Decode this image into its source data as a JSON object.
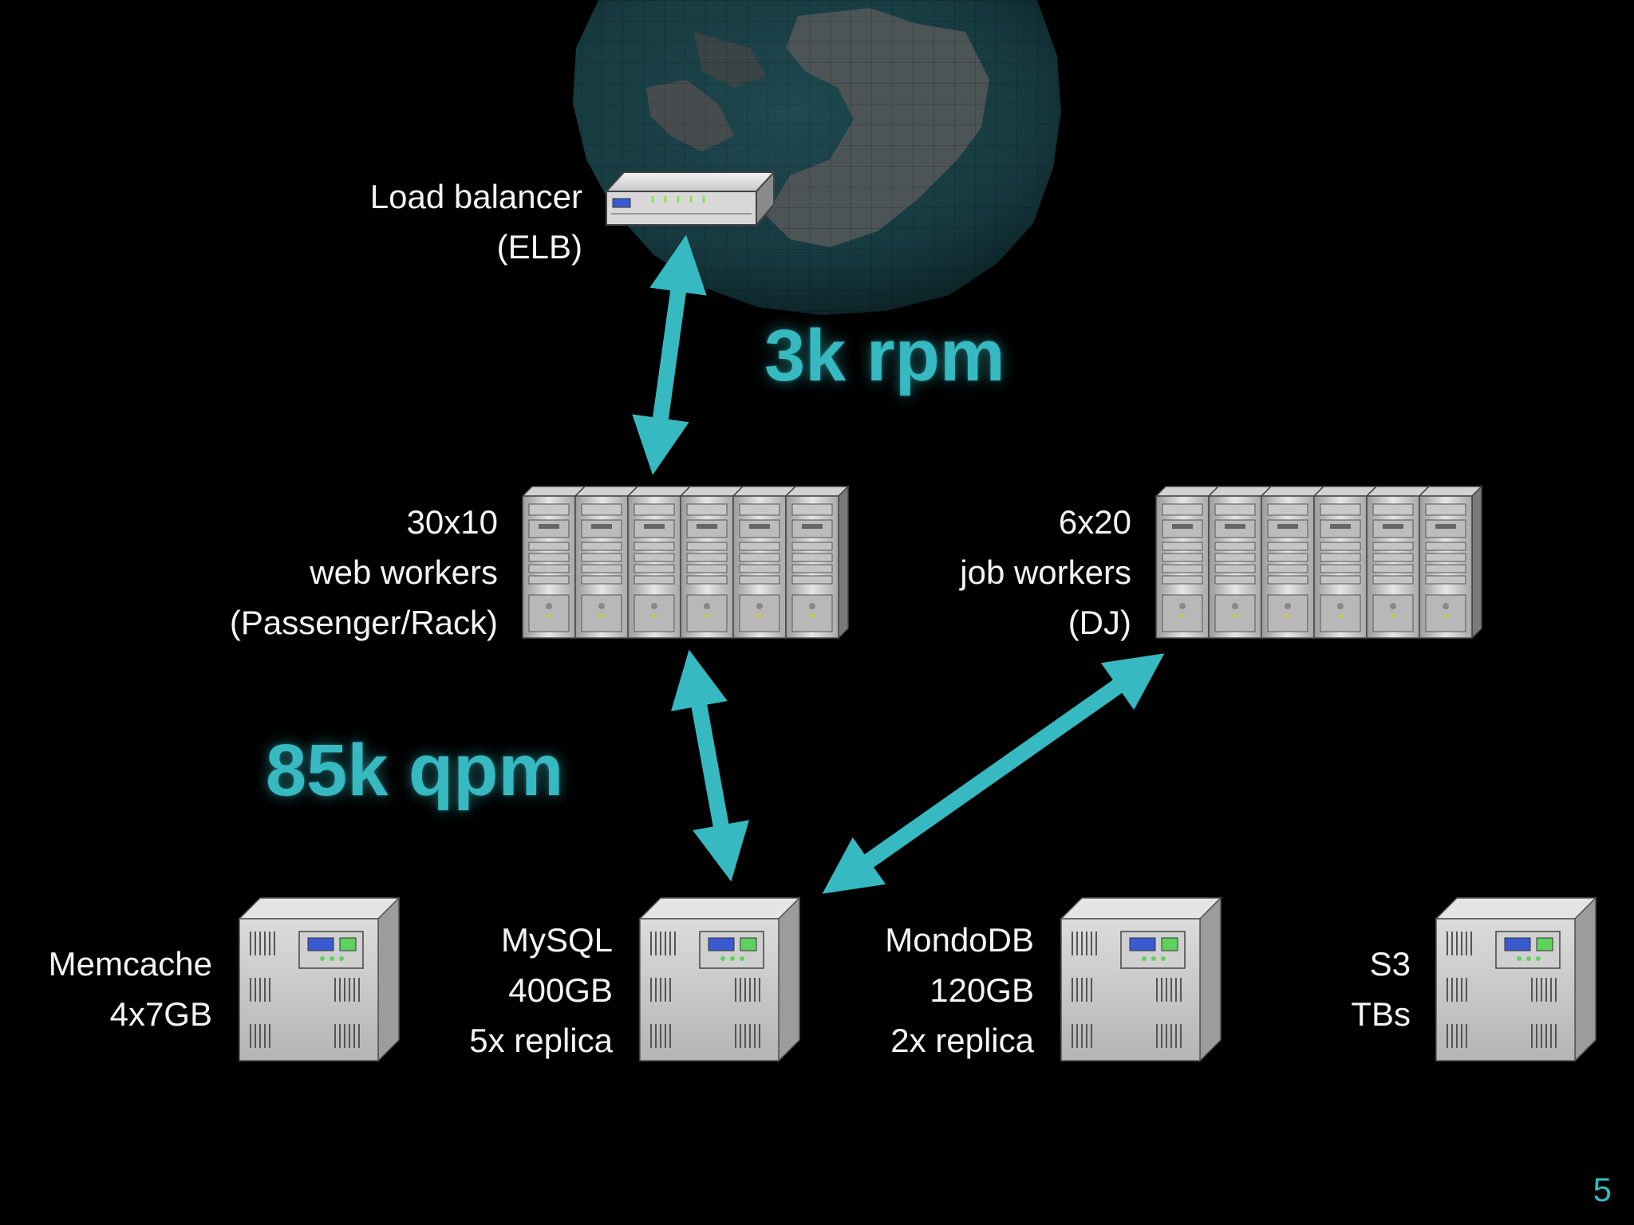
{
  "slide": {
    "page_number": "5",
    "accent_color": "#36b9c1"
  },
  "nodes": {
    "load_balancer": {
      "lines": [
        "Load balancer",
        "(ELB)"
      ],
      "icon": "network-appliance-icon"
    },
    "web_workers": {
      "lines": [
        "30x10",
        "web workers",
        "(Passenger/Rack)"
      ],
      "icon": "tower-server-icon",
      "count_shown": 6
    },
    "job_workers": {
      "lines": [
        "6x20",
        "job workers",
        "(DJ)"
      ],
      "icon": "tower-server-icon",
      "count_shown": 6
    },
    "memcache": {
      "lines": [
        "Memcache",
        "4x7GB"
      ],
      "icon": "server-box-icon"
    },
    "mysql": {
      "lines": [
        "MySQL",
        "400GB",
        "5x replica"
      ],
      "icon": "server-box-icon"
    },
    "mondodb": {
      "lines": [
        "MondoDB",
        "120GB",
        "2x replica"
      ],
      "icon": "server-box-icon"
    },
    "s3": {
      "lines": [
        "S3",
        "TBs"
      ],
      "icon": "server-box-icon"
    }
  },
  "metrics": {
    "requests": "3k rpm",
    "queries": "85k qpm"
  }
}
